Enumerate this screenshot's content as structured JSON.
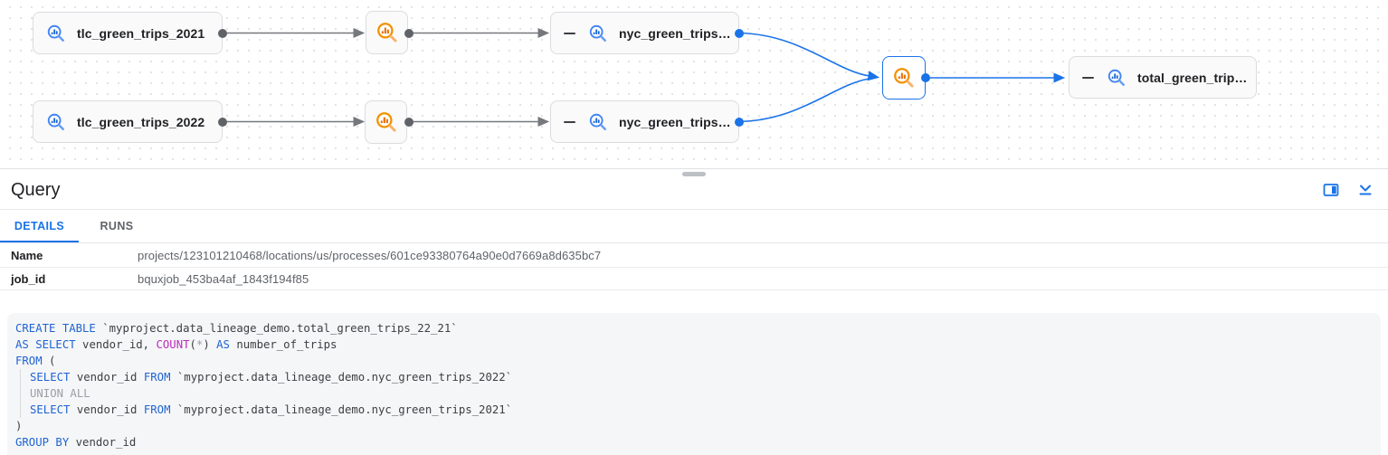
{
  "graph": {
    "tables": [
      {
        "label": "tlc_green_trips_2021"
      },
      {
        "label": "tlc_green_trips_2022"
      },
      {
        "label": "nyc_green_trips…"
      },
      {
        "label": "nyc_green_trips…"
      },
      {
        "label": "total_green_trip…"
      }
    ],
    "process_nodes": 3,
    "selected_process": "query-total-green-trips"
  },
  "panel": {
    "title": "Query",
    "tabs": [
      {
        "label": "DETAILS",
        "active": true
      },
      {
        "label": "RUNS",
        "active": false
      }
    ],
    "details": [
      {
        "key": "Name",
        "value": "projects/123101210468/locations/us/processes/601ce93380764a90e0d7669a8d635bc7"
      },
      {
        "key": "job_id",
        "value": "bquxjob_453ba4af_1843f194f85"
      }
    ]
  },
  "sql": {
    "lines": [
      {
        "indent": false,
        "segments": [
          {
            "type": "kw",
            "text": "CREATE TABLE "
          },
          {
            "type": "id",
            "text": "`myproject.data_lineage_demo.total_green_trips_22_21`"
          }
        ]
      },
      {
        "indent": false,
        "segments": [
          {
            "type": "kw",
            "text": "AS SELECT "
          },
          {
            "type": "id",
            "text": "vendor_id, "
          },
          {
            "type": "fn",
            "text": "COUNT"
          },
          {
            "type": "id",
            "text": "("
          },
          {
            "type": "gray",
            "text": "*"
          },
          {
            "type": "id",
            "text": ") "
          },
          {
            "type": "kw",
            "text": "AS"
          },
          {
            "type": "id",
            "text": " number_of_trips"
          }
        ]
      },
      {
        "indent": false,
        "segments": [
          {
            "type": "kw",
            "text": "FROM "
          },
          {
            "type": "id",
            "text": "("
          }
        ]
      },
      {
        "indent": true,
        "segments": [
          {
            "type": "kw",
            "text": "SELECT "
          },
          {
            "type": "id",
            "text": "vendor_id "
          },
          {
            "type": "kw",
            "text": "FROM "
          },
          {
            "type": "id",
            "text": "`myproject.data_lineage_demo.nyc_green_trips_2022`"
          }
        ]
      },
      {
        "indent": true,
        "segments": [
          {
            "type": "gray",
            "text": "UNION ALL"
          }
        ]
      },
      {
        "indent": true,
        "segments": [
          {
            "type": "kw",
            "text": "SELECT "
          },
          {
            "type": "id",
            "text": "vendor_id "
          },
          {
            "type": "kw",
            "text": "FROM "
          },
          {
            "type": "id",
            "text": "`myproject.data_lineage_demo.nyc_green_trips_2021`"
          }
        ]
      },
      {
        "indent": false,
        "segments": [
          {
            "type": "id",
            "text": ")"
          }
        ]
      },
      {
        "indent": false,
        "segments": [
          {
            "type": "kw",
            "text": "GROUP BY "
          },
          {
            "type": "id",
            "text": "vendor_id"
          }
        ]
      }
    ]
  },
  "colors": {
    "accent_blue": "#1a73e8",
    "table_icon_blue": "#4285f4",
    "process_icon_orange": "#f29100",
    "sql_keyword": "#1f63d2",
    "sql_function": "#bb2cbb",
    "sql_muted": "#9aa0a6",
    "edge_gray": "#75787c"
  }
}
